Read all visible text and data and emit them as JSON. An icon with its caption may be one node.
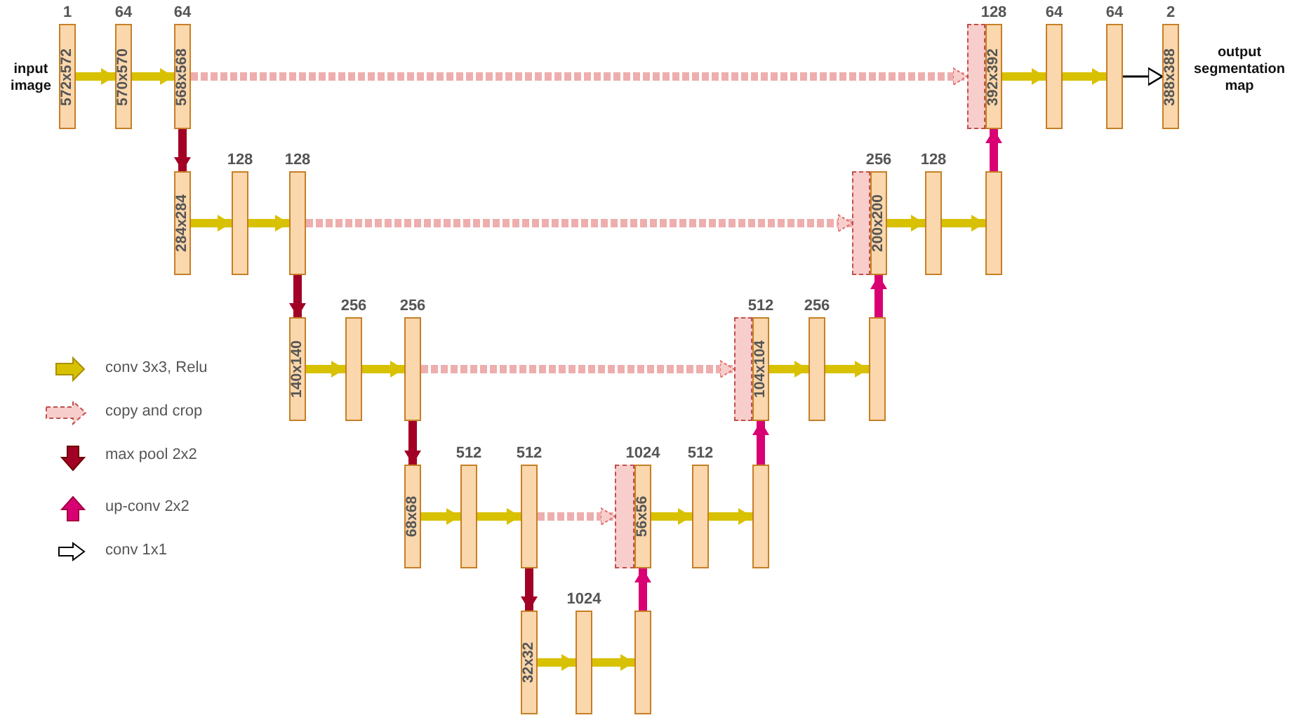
{
  "diagram": {
    "nodes": [
      {
        "text": [
          "1",
          "572x572"
        ]
      },
      {
        "text": [
          "64",
          "570x570"
        ]
      },
      {
        "text": [
          "64",
          "568x568"
        ]
      },
      {
        "text": [],
        "shape": "box"
      },
      {
        "text": [
          "128",
          "392x392"
        ]
      },
      {
        "text": [
          "64"
        ]
      },
      {
        "text": [
          "64"
        ]
      },
      {
        "text": [
          "2",
          "388x388"
        ]
      },
      {
        "text": [
          "284x284"
        ]
      },
      {
        "text": [
          "128"
        ]
      },
      {
        "text": [
          "128"
        ]
      },
      {
        "text": [],
        "shape": "box"
      },
      {
        "text": [
          "256",
          "200x200"
        ]
      },
      {
        "text": [
          "128"
        ]
      },
      {
        "text": [],
        "shape": "bar"
      },
      {
        "text": [
          "140x140"
        ]
      },
      {
        "text": [
          "256"
        ]
      },
      {
        "text": [
          "256"
        ]
      },
      {
        "text": [],
        "shape": "box"
      },
      {
        "text": [
          "512",
          "104x104"
        ]
      },
      {
        "text": [
          "256"
        ]
      },
      {
        "text": [],
        "shape": "bar"
      },
      {
        "text": [
          "68x68"
        ]
      },
      {
        "text": [
          "512"
        ]
      },
      {
        "text": [
          "512"
        ]
      },
      {
        "text": [],
        "shape": "box"
      },
      {
        "text": [
          "1024",
          "56x56"
        ]
      },
      {
        "text": [
          "512"
        ]
      },
      {
        "text": [],
        "shape": "bar"
      },
      {
        "text": [
          "32x32"
        ]
      },
      {
        "text": [
          "1024"
        ]
      },
      {
        "text": [],
        "shape": "bar"
      }
    ],
    "edges": [
      {
        "from": 0,
        "to": 1,
        "arrow": "to"
      },
      {
        "from": 1,
        "to": 2,
        "arrow": "to"
      },
      {
        "from": 2,
        "to": 3,
        "arrow": "to",
        "style": "dashed",
        "color": "#e06c6c"
      },
      {
        "from": 4,
        "to": 5,
        "arrow": "to"
      },
      {
        "from": 5,
        "to": 6,
        "arrow": "to"
      },
      {
        "from": 6,
        "to": 7,
        "arrow": "to",
        "color": "#000000"
      },
      {
        "from": 2,
        "to": 8,
        "arrow": "to",
        "color": "#a20025"
      },
      {
        "from": 8,
        "to": 9,
        "arrow": "to"
      },
      {
        "from": 9,
        "to": 10,
        "arrow": "to"
      },
      {
        "from": 10,
        "to": 11,
        "arrow": "to",
        "style": "dashed",
        "color": "#e06c6c"
      },
      {
        "from": 12,
        "to": 13,
        "arrow": "to"
      },
      {
        "from": 13,
        "to": 14,
        "arrow": "to"
      },
      {
        "from": 14,
        "to": 4,
        "arrow": "to",
        "color": "#d80073"
      },
      {
        "from": 10,
        "to": 15,
        "arrow": "to",
        "color": "#a20025"
      },
      {
        "from": 15,
        "to": 16,
        "arrow": "to"
      },
      {
        "from": 16,
        "to": 17,
        "arrow": "to"
      },
      {
        "from": 17,
        "to": 18,
        "arrow": "to",
        "style": "dashed",
        "color": "#e06c6c"
      },
      {
        "from": 19,
        "to": 20,
        "arrow": "to"
      },
      {
        "from": 20,
        "to": 21,
        "arrow": "to"
      },
      {
        "from": 21,
        "to": 12,
        "arrow": "to",
        "color": "#d80073"
      },
      {
        "from": 17,
        "to": 22,
        "arrow": "to",
        "color": "#a20025"
      },
      {
        "from": 22,
        "to": 23,
        "arrow": "to"
      },
      {
        "from": 23,
        "to": 24,
        "arrow": "to"
      },
      {
        "from": 24,
        "to": 25,
        "arrow": "to",
        "style": "dashed",
        "color": "#e06c6c"
      },
      {
        "from": 26,
        "to": 27,
        "arrow": "to"
      },
      {
        "from": 27,
        "to": 28,
        "arrow": "to"
      },
      {
        "from": 28,
        "to": 19,
        "arrow": "to",
        "color": "#d80073"
      },
      {
        "from": 24,
        "to": 29,
        "arrow": "to",
        "color": "#a20025"
      },
      {
        "from": 29,
        "to": 30,
        "arrow": "to"
      },
      {
        "from": 30,
        "to": 31,
        "arrow": "to"
      },
      {
        "from": 31,
        "to": 26,
        "arrow": "to",
        "color": "#d80073"
      }
    ],
    "labels": [
      "input image",
      "output segmentation map"
    ],
    "legend": [
      {
        "text": "conv 3x3, Relu"
      },
      {
        "text": "copy and crop"
      },
      {
        "text": "max pool 2x2"
      },
      {
        "text": "up-conv 2x2"
      },
      {
        "text": "conv 1x1"
      }
    ]
  }
}
